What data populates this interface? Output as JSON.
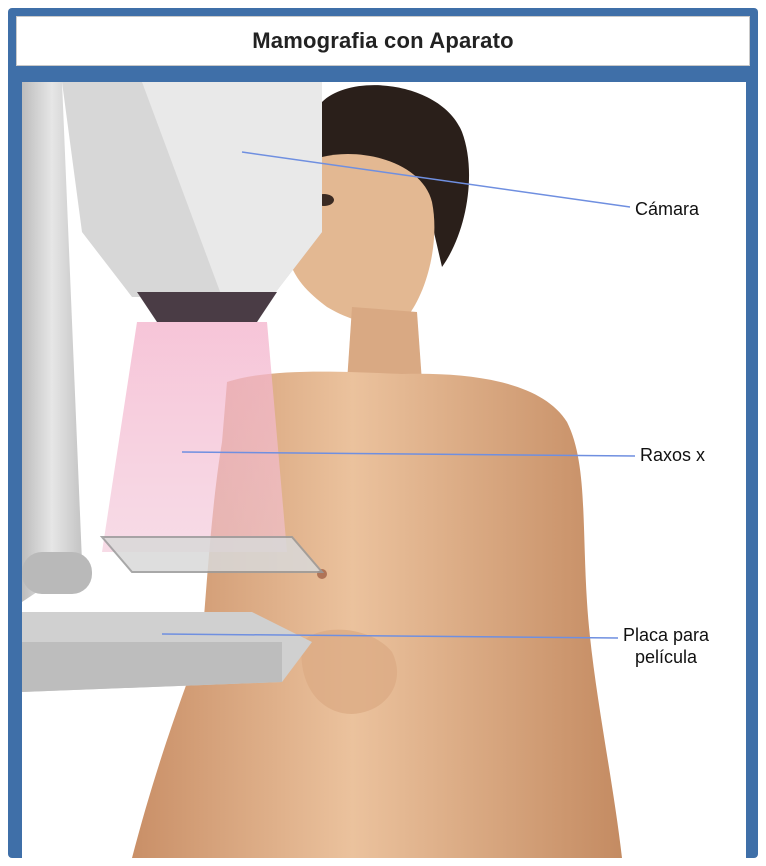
{
  "title": "Mamografia con Aparato",
  "labels": {
    "camera": "Cámara",
    "xray": "Raxos x",
    "plate_line1": "Placa para",
    "plate_line2": "película"
  },
  "colors": {
    "frame": "#3f6fa8",
    "leader_line": "#6f8fe0",
    "xray_beam": "#f3b6cc",
    "skin": "#e3b892",
    "machine": "#cfcfcf"
  }
}
